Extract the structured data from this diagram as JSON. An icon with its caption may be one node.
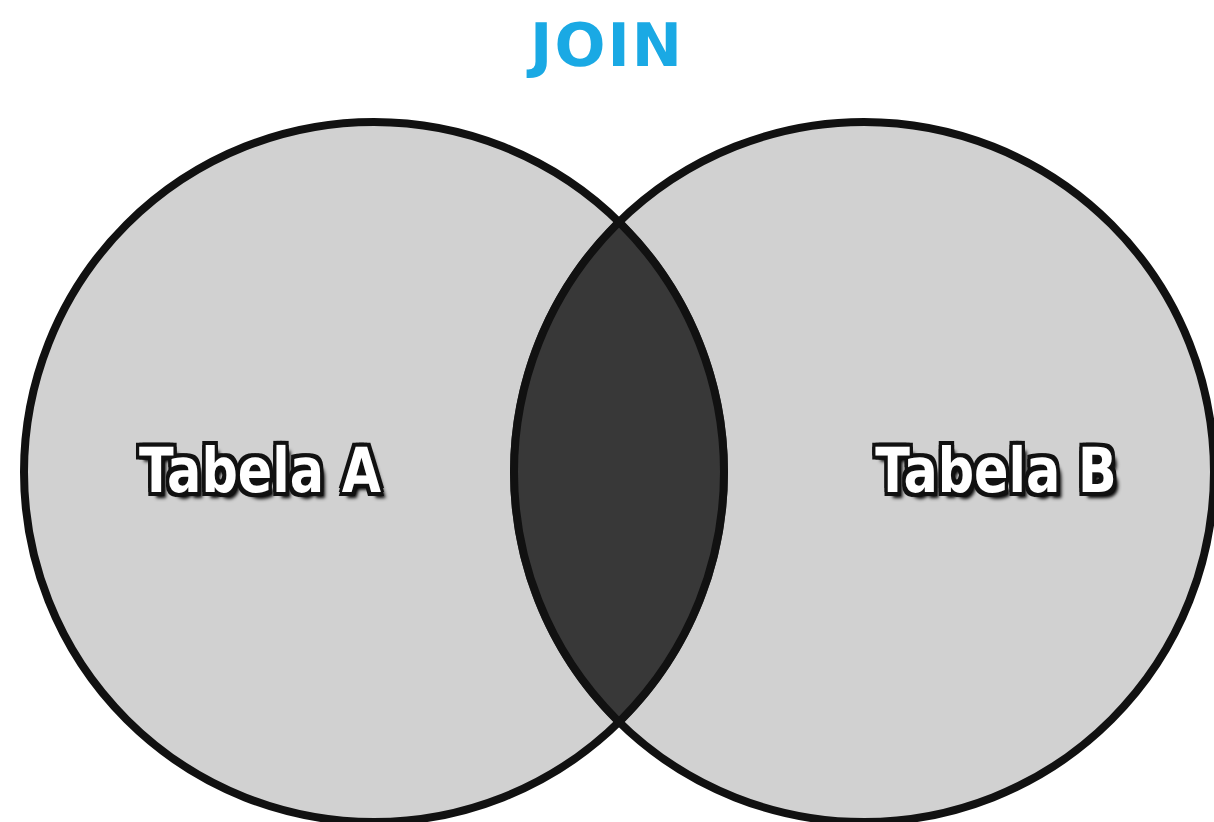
{
  "diagram": {
    "title": "JOIN",
    "nodes": [
      {
        "text": [
          "Tabela A"
        ]
      },
      {
        "text": [
          "Tabela B"
        ]
      }
    ]
  }
}
